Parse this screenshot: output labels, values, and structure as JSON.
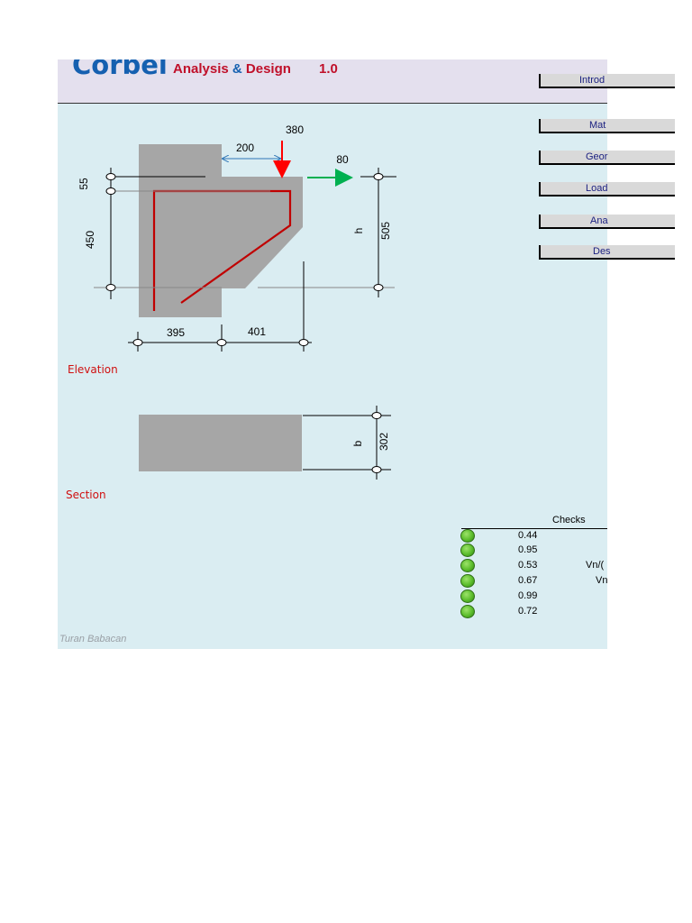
{
  "header": {
    "brand": "Corbel",
    "subtitle_analysis": "Analysis",
    "subtitle_amp": "&",
    "subtitle_design": "Design",
    "version": "1.0"
  },
  "nav": {
    "items": [
      {
        "label": "Introd"
      },
      {
        "label": "Mat"
      },
      {
        "label": "Geor"
      },
      {
        "label": "Load"
      },
      {
        "label": "Ana"
      },
      {
        "label": "Des"
      }
    ]
  },
  "elevation": {
    "label": "Elevation",
    "dim_load_offset": "200",
    "dim_vertical_load": "380",
    "dim_horizontal_load": "80",
    "dim_top": "55",
    "dim_depth": "450",
    "dim_h_symbol": "h",
    "dim_h_value": "505",
    "dim_column_width": "395",
    "dim_corbel_length": "401"
  },
  "section": {
    "label": "Section",
    "dim_b_symbol": "b",
    "dim_b_value": "302"
  },
  "checks": {
    "title": "Checks",
    "rows": [
      {
        "value": "0.44",
        "label": ""
      },
      {
        "value": "0.95",
        "label": ""
      },
      {
        "value": "0.53",
        "label": "Vn/("
      },
      {
        "value": "0.67",
        "label": "Vn"
      },
      {
        "value": "0.99",
        "label": ""
      },
      {
        "value": "0.72",
        "label": ""
      }
    ]
  },
  "footer": {
    "author": "Turan Babacan"
  },
  "colors": {
    "sheet_bg": "#daedf2",
    "title_bg": "#e4e0ee",
    "brand_blue": "#1560b0",
    "brand_red": "#c0102a",
    "concrete": "#a6a6a6",
    "rebar": "#c00000",
    "vertical_load": "#ff0000",
    "horizontal_load": "#00b050",
    "dim_arrow": "#2e75b6",
    "check_ok": "#5bbd2c"
  },
  "icons": {
    "check_indicator": "green-circle"
  }
}
